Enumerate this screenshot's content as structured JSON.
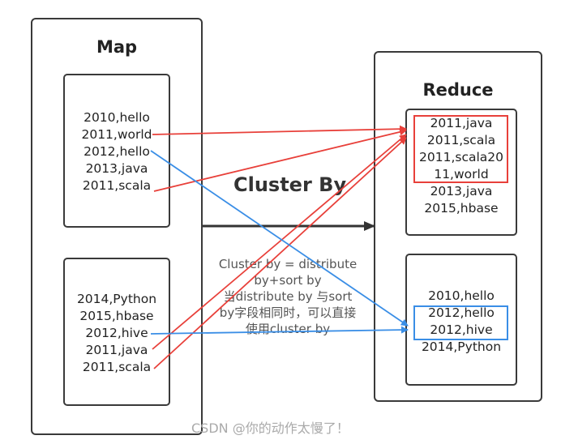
{
  "map": {
    "title": "Map",
    "box1": [
      "2010,hello",
      "2011,world",
      "2012,hello",
      "2013,java",
      "2011,scala"
    ],
    "box2": [
      "2014,Python",
      "2015,hbase",
      "2012,hive",
      "2011,java",
      "2011,scala"
    ]
  },
  "reduce": {
    "title": "Reduce",
    "box1": [
      "2011,java",
      "2011,scala",
      "2011,scala20",
      "11,world",
      "2013,java",
      "2015,hbase"
    ],
    "box2": [
      "2010,hello",
      "2012,hello",
      "2012,hive",
      "2014,Python"
    ]
  },
  "center_title": "Cluster By",
  "note": [
    "Cluster by = distribute",
    "by+sort by",
    "当distribute by 与sort",
    "by字段相同时，可以直接",
    "使用cluster by"
  ],
  "watermark": "CSDN @你的动作太慢了！",
  "colors": {
    "red_arrow": "#e8403a",
    "blue_arrow": "#3a8ee6",
    "black_arrow": "#333333",
    "red_box": "#e8403a",
    "blue_box": "#3a8ee6"
  }
}
